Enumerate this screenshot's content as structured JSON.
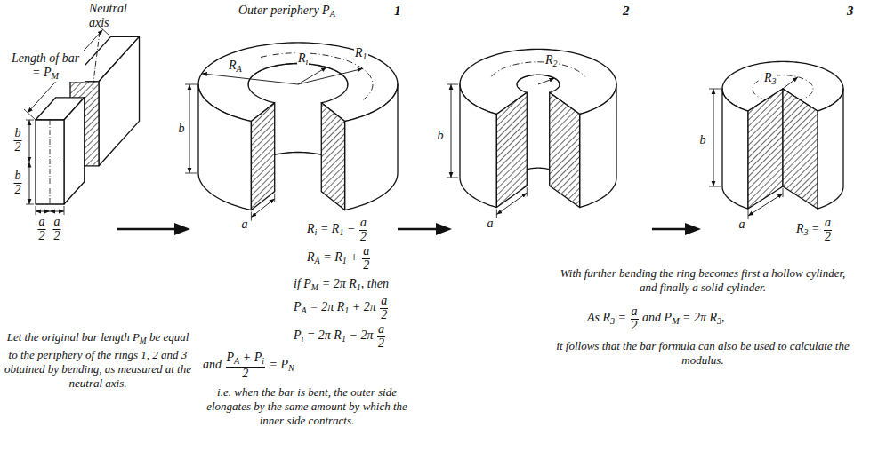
{
  "diagram": {
    "labels": [
      "Length of bar = P",
      "M",
      "Neutral axis",
      "b",
      "2",
      "b",
      "2",
      "a",
      "2",
      "a",
      "2",
      "Outer periphery P",
      "A",
      "1",
      "2",
      "3",
      "R",
      "A",
      "R",
      "i",
      "R",
      "1",
      "b",
      "a",
      "R",
      "i",
      " = R",
      "1",
      " − ",
      "a",
      "2",
      "R",
      "A",
      " = R",
      "1",
      " + ",
      "a",
      "2",
      "R",
      "2",
      "b",
      "a",
      "R",
      "3",
      "b",
      "a",
      "R",
      "3",
      " = ",
      "a",
      "2",
      "Let the original bar length P",
      "M",
      " be equal to the periphery of the rings 1, 2 and 3 obtained by bending, as measured at the neutral axis.",
      "if P",
      "M",
      " = 2π R",
      "1",
      ", then",
      "P",
      "A",
      " = 2π R",
      "1",
      " + 2π ",
      "a",
      "2",
      "P",
      "i",
      " = 2π R",
      "1",
      " − 2π ",
      "a",
      "2",
      "and ",
      "P",
      "A",
      " + P",
      "i",
      "2",
      " = P",
      "N",
      "i.e. when the bar is bent, the outer side elongates by the same amount by which the inner side contracts.",
      "With further bending the ring becomes first a hollow cylinder, and finally a solid cylinder.",
      "As R",
      "3",
      " = ",
      "a",
      "2",
      " and P",
      "M",
      " = 2π R",
      "3",
      ",",
      "it follows that the bar formula can also be used to calculate the modulus."
    ]
  }
}
